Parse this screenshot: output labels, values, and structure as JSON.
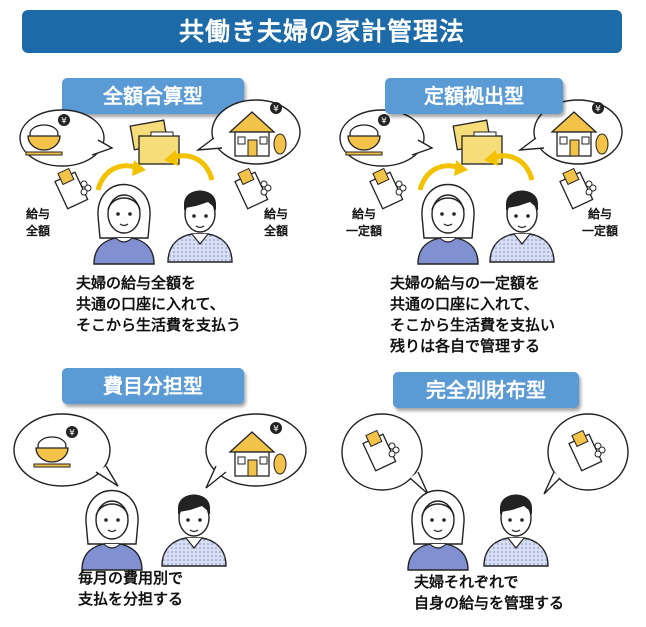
{
  "title": "共働き夫婦の家計管理法",
  "quadrants": [
    {
      "badge": "全額合算型",
      "left_label": [
        "給与",
        "全額"
      ],
      "right_label": [
        "給与",
        "全額"
      ],
      "caption": [
        "夫婦の給与全額を",
        "共通の口座に入れて、",
        "そこから生活費を支払う"
      ]
    },
    {
      "badge": "定額拠出型",
      "left_label": [
        "給与",
        "一定額"
      ],
      "right_label": [
        "給与",
        "一定額"
      ],
      "caption": [
        "夫婦の給与の一定額を",
        "共通の口座に入れて、",
        "そこから生活費を支払い",
        "残りは各自で管理する"
      ]
    },
    {
      "badge": "費目分担型",
      "caption": [
        "毎月の費用別で",
        "支払を分担する"
      ]
    },
    {
      "badge": "完全別財布型",
      "caption": [
        "夫婦それぞれで",
        "自身の給与を管理する"
      ]
    }
  ],
  "yen_symbol": "¥",
  "colors": {
    "title_bg": "#1c6aa8",
    "badge_bg": "#5b9bd5",
    "shirt": "#8090d0",
    "arrow": "#f2c200",
    "folder": "#f7dc7a"
  },
  "icons": [
    "rice-bowl-icon",
    "house-icon",
    "folder-icon",
    "pay-envelope-icon",
    "wife-figure",
    "husband-figure",
    "curved-arrow-icon"
  ]
}
